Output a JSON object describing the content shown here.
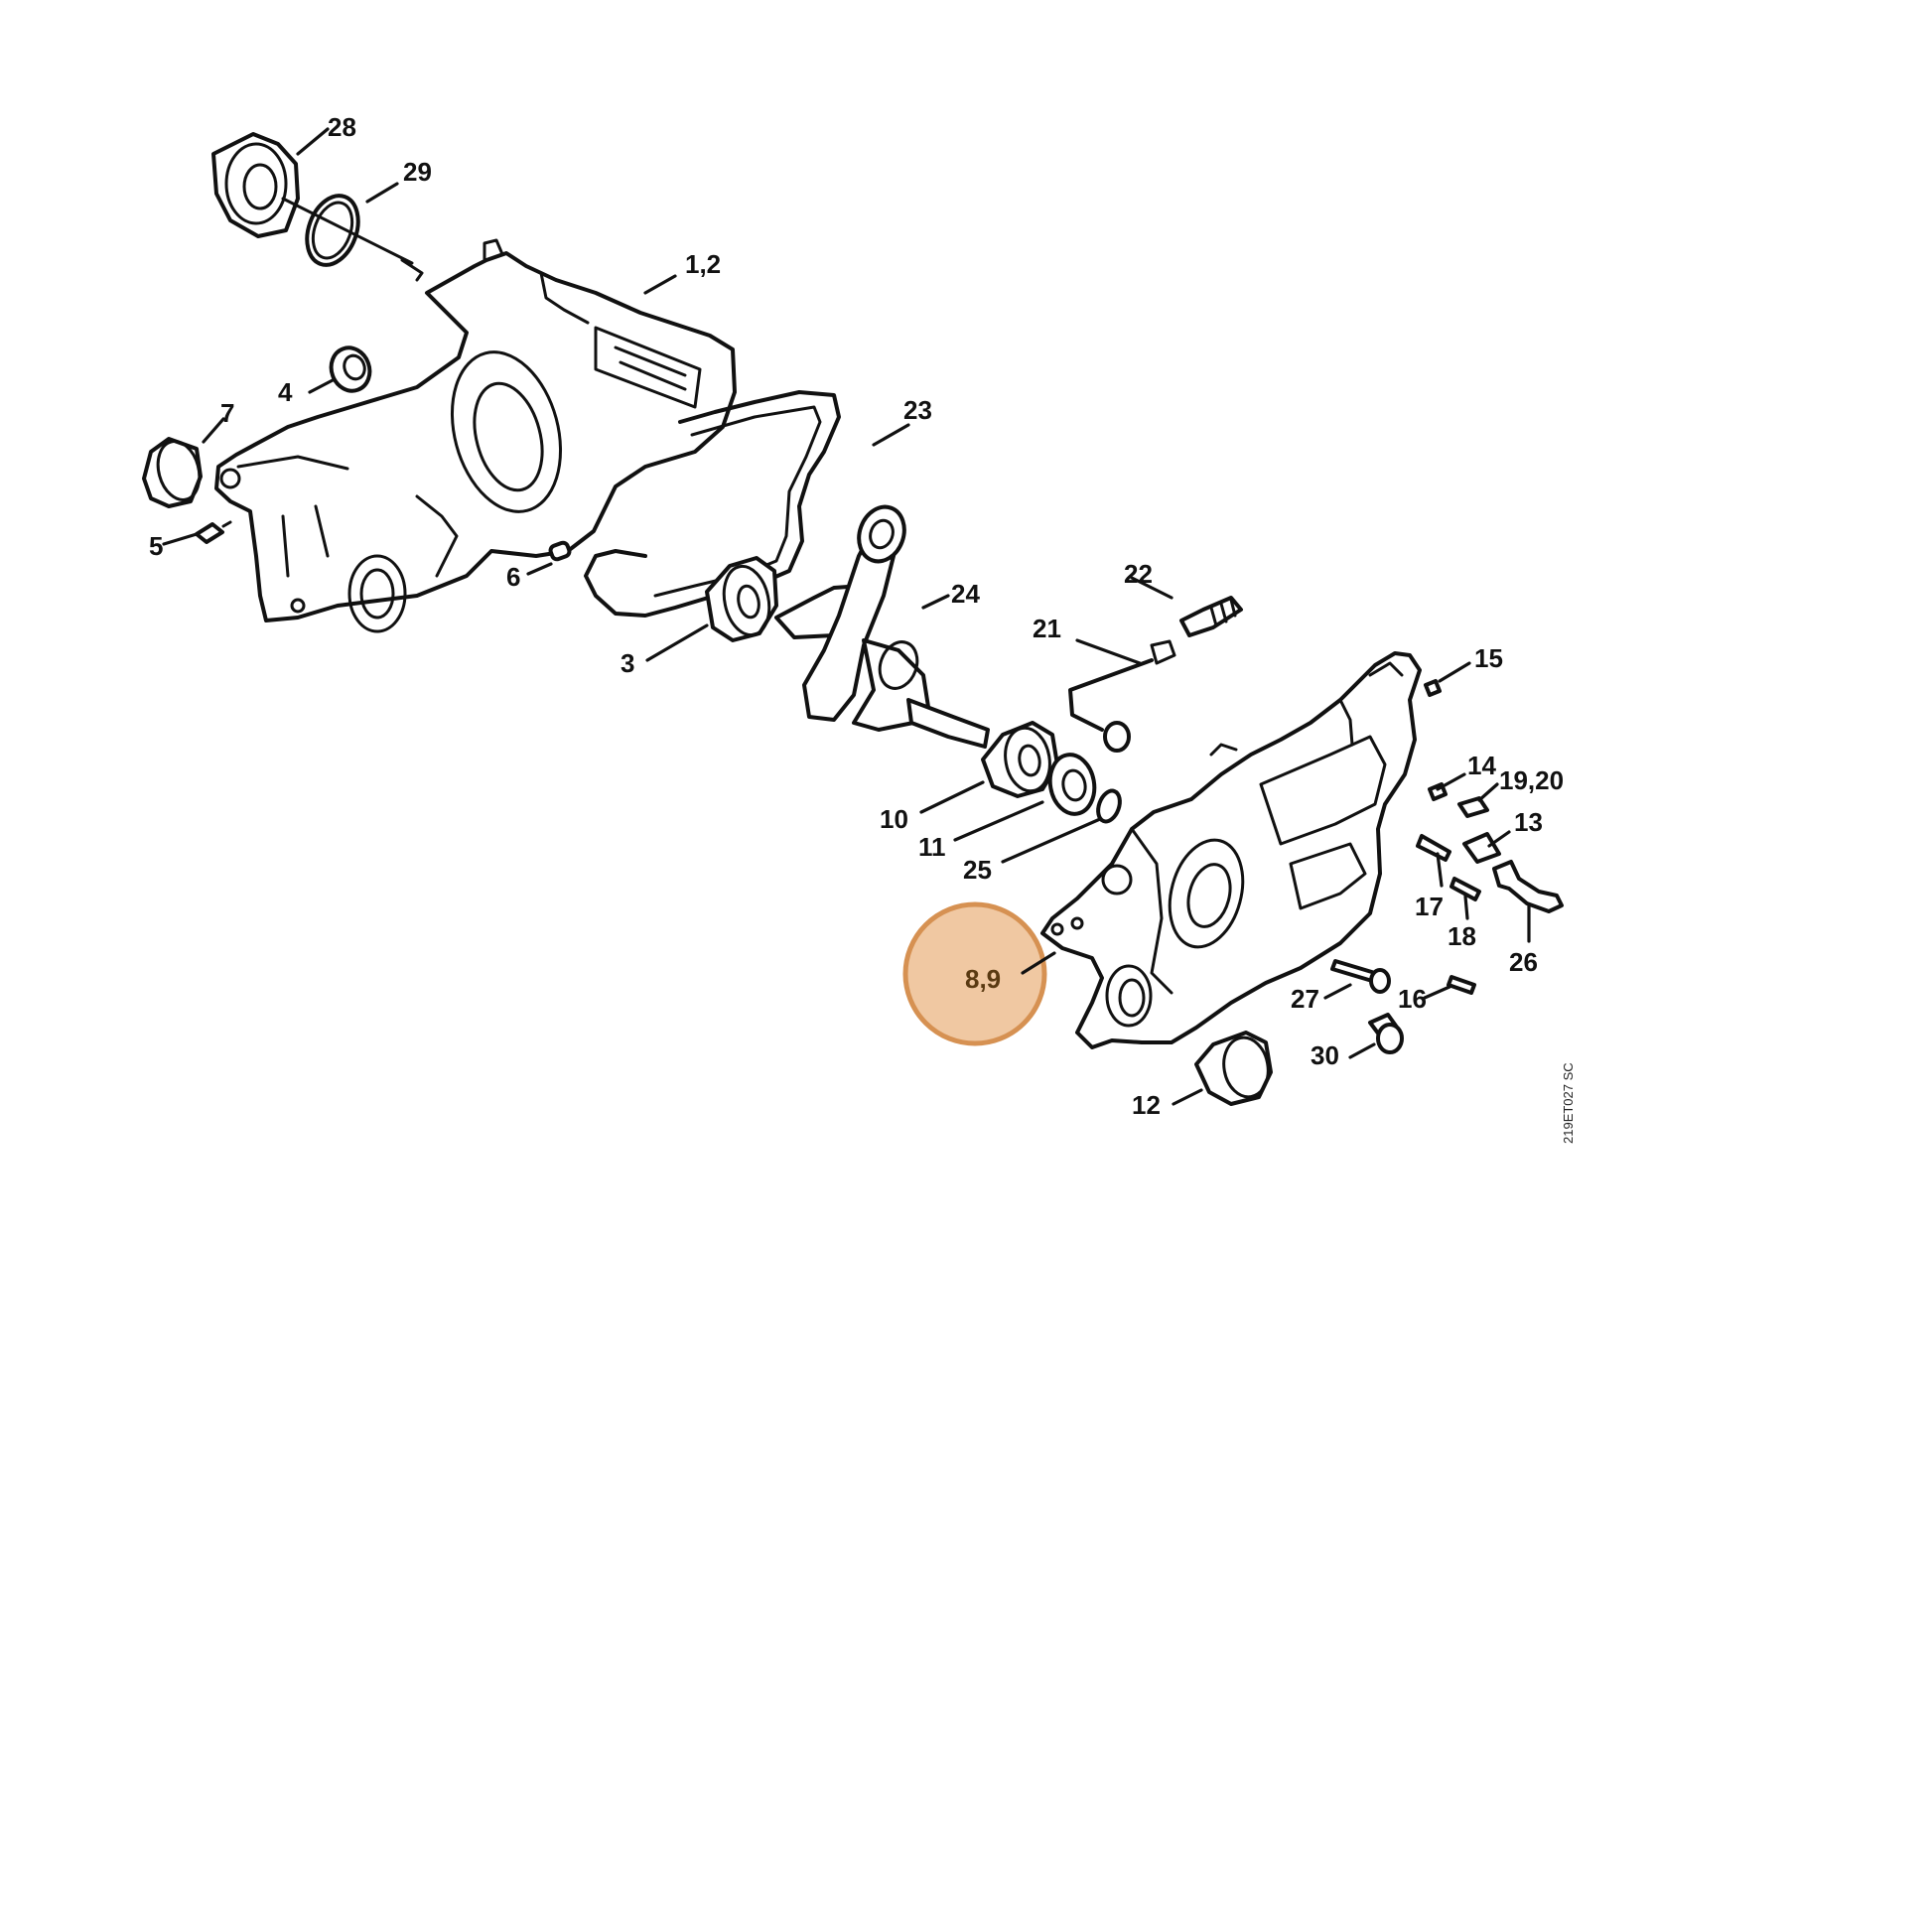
{
  "diagram": {
    "highlight_color": "#D69152",
    "highlight_fill": "#F0C8A2",
    "document_id": "219ET027 SC",
    "callouts": {
      "c1_2": "1,2",
      "c3": "3",
      "c4": "4",
      "c5": "5",
      "c6": "6",
      "c7": "7",
      "c8_9": "8,9",
      "c10": "10",
      "c11": "11",
      "c12": "12",
      "c13": "13",
      "c14": "14",
      "c15": "15",
      "c16": "16",
      "c17": "17",
      "c18": "18",
      "c19_20": "19,20",
      "c21": "21",
      "c22": "22",
      "c23": "23",
      "c24": "24",
      "c25": "25",
      "c26": "26",
      "c27": "27",
      "c28": "28",
      "c29": "29",
      "c30": "30"
    }
  }
}
